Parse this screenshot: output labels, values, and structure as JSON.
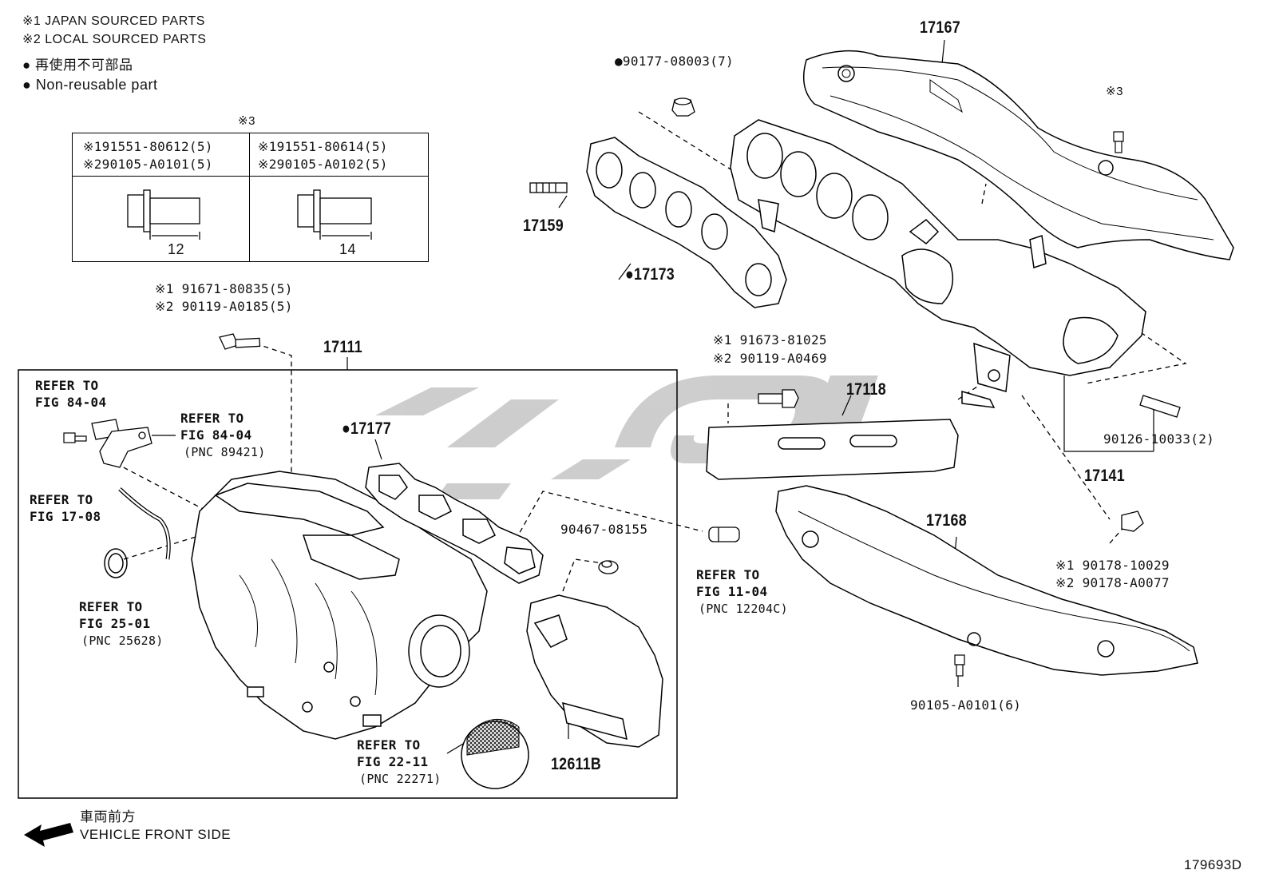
{
  "notes": {
    "japan": "※1 JAPAN SOURCED PARTS",
    "local": "※2 LOCAL SOURCED PARTS",
    "bullet_jp": "● 再使用不可部品",
    "bullet_en": "● Non-reusable part"
  },
  "bolt_table": {
    "mark": "※3",
    "col1_line1": "※191551-80612(5)",
    "col1_line2": "※290105-A0101(5)",
    "col1_dim": "12",
    "col2_line1": "※191551-80614(5)",
    "col2_line2": "※290105-A0102(5)",
    "col2_dim": "14"
  },
  "labels": {
    "p90177": "●90177-08003(7)",
    "p17167": "17167",
    "mark3_right": "※3",
    "p17159": "17159",
    "p17173": "●17173",
    "bolt_a1": "※1 91671-80835(5)",
    "bolt_a2": "※2 90119-A0185(5)",
    "p17111": "17111",
    "bolt_b1": "※1 91673-81025",
    "bolt_b2": "※2 90119-A0469",
    "p17118": "17118",
    "p90126": "90126-10033(2)",
    "p17141": "17141",
    "p17168": "17168",
    "nut1": "※1 90178-10029",
    "nut2": "※2 90178-A0077",
    "p90105": "90105-A0101(6)",
    "ref84a_1": "REFER TO",
    "ref84a_2": "FIG 84-04",
    "ref84b_1": "REFER TO",
    "ref84b_2": "FIG 84-04",
    "ref84b_3": "(PNC 89421)",
    "p17177": "●17177",
    "ref17_1": "REFER TO",
    "ref17_2": "FIG 17-08",
    "p90467": "90467-08155",
    "ref11_1": "REFER TO",
    "ref11_2": "FIG 11-04",
    "ref11_3": "(PNC 12204C)",
    "ref25_1": "REFER TO",
    "ref25_2": "FIG 25-01",
    "ref25_3": "(PNC 25628)",
    "ref22_1": "REFER TO",
    "ref22_2": "FIG 22-11",
    "ref22_3": "(PNC 22271)",
    "p12611B": "12611B",
    "front_jp": "車両前方",
    "front_en": "VEHICLE FRONT SIDE",
    "fig_id": "179693D"
  }
}
